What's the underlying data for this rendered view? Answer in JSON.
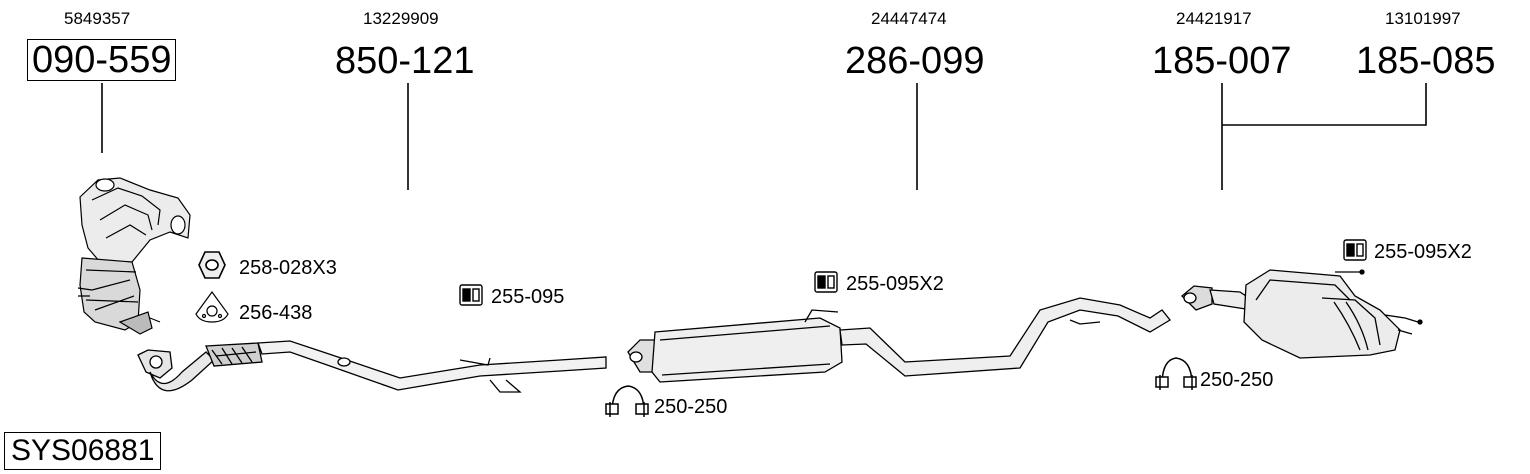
{
  "oe_numbers": {
    "p1": "5849357",
    "p2": "13229909",
    "p3": "24447474",
    "p4": "24421917",
    "p5": "13101997"
  },
  "part_numbers": {
    "p1": "090-559",
    "p2": "850-121",
    "p3": "286-099",
    "p4": "185-007",
    "p5": "185-085"
  },
  "accessories": {
    "nut": "258-028X3",
    "gasket": "256-438",
    "mount_front": "255-095",
    "mount_mid": "255-095X2",
    "mount_rear": "255-095X2",
    "clamp_mid": "250-250",
    "clamp_rear": "250-250"
  },
  "system_code": "SYS06881"
}
